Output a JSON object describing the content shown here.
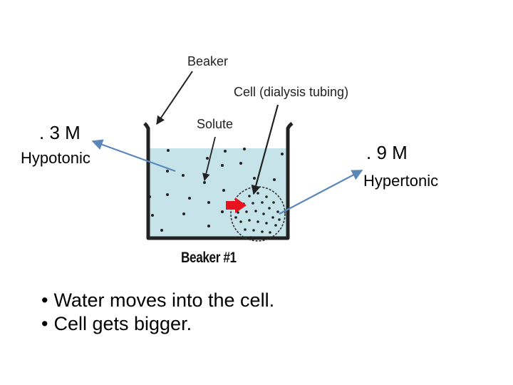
{
  "labels": {
    "beaker": "Beaker",
    "cell": "Cell (dialysis tubing)",
    "solute": "Solute",
    "beaker_number": "Beaker #1"
  },
  "left_solution": {
    "concentration": ". 3 M",
    "tonicity": "Hypotonic"
  },
  "right_solution": {
    "concentration": ". 9 M",
    "tonicity": "Hypertonic"
  },
  "bullets": [
    "Water moves into the cell.",
    "Cell gets bigger."
  ],
  "colors": {
    "water": "#c6e3ea",
    "callout_arrow": "#5b87b8",
    "water_flow_arrow": "#e8121e",
    "beaker_outline": "#222222"
  },
  "icons": {
    "water_flow": "red-arrow-icon"
  }
}
